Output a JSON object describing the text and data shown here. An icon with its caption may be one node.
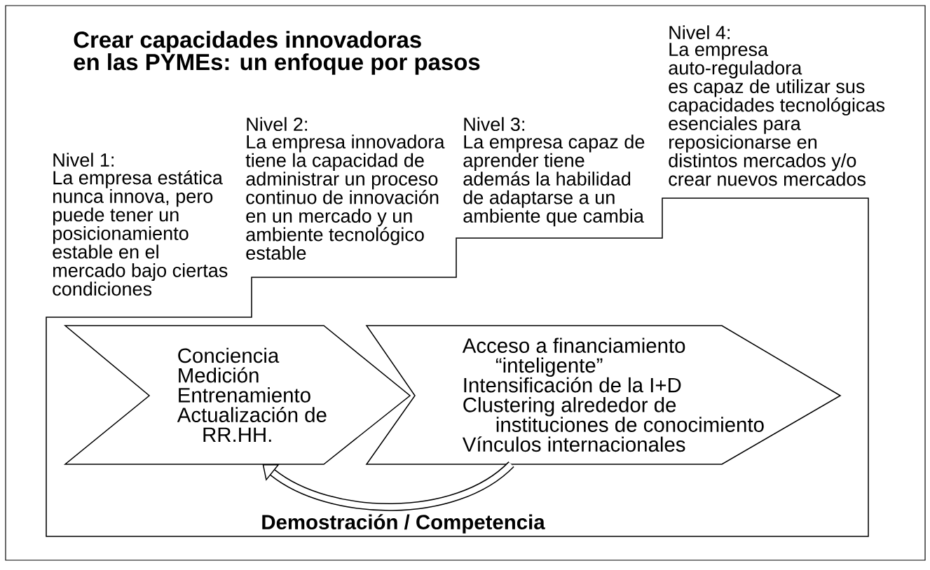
{
  "diagram": {
    "title": "Crear capacidades innovadoras en las PYMEs: un enfoque por pasos",
    "nodes": [
      {
        "text": [],
        "shape": "box"
      },
      {
        "text": [
          "Conciencia",
          "Medición",
          "Entrenamiento",
          "Actualización de RR.HH."
        ],
        "in": 0
      },
      {
        "text": [
          "Acceso a financiamiento “inteligente”",
          "Intensificación de la I+D",
          "Clustering alrededor de instituciones de conocimiento",
          "Vínculos internacionales"
        ],
        "in": 0
      }
    ],
    "edges": [
      {
        "from": 2,
        "to": 1,
        "arrow": "to",
        "label": "Demostración / Competencia"
      }
    ],
    "labels": [
      "Nivel 4:",
      "La empresa auto-reguladora es capaz de utilizar sus capacidades tecnológicas esenciales para reposicionarse en distintos mercados y/o crear nuevos mercados",
      "Nivel 2:",
      "La empresa innovadora tiene la capacidad de administrar un proceso continuo de innovación en un mercado y un ambiente tecnológico estable",
      "Nivel 3:",
      "La empresa capaz de aprender tiene además la habilidad de adaptarse a un ambiente que cambia",
      "Nivel 1:",
      "La empresa estática nunca innova, pero puede tener un posicionamiento estable en el mercado bajo ciertas condiciones"
    ]
  }
}
